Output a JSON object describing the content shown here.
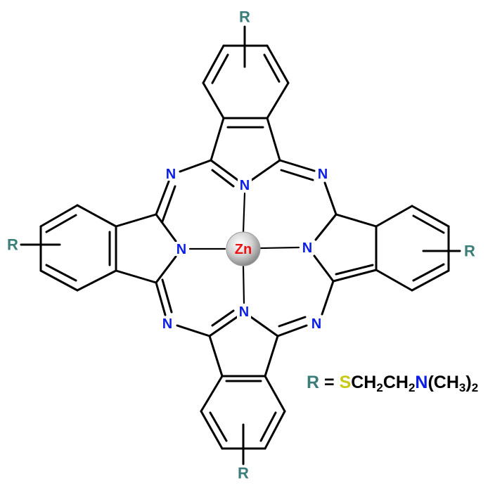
{
  "diagram": {
    "type": "chemical-structure",
    "description": "Zinc phthalocyanine substituted with four R groups",
    "center_metal": {
      "label": "Zn",
      "color": "#ee1111"
    },
    "coordinating_nitrogens": [
      "N",
      "N",
      "N",
      "N"
    ],
    "meso_nitrogens": [
      "N",
      "N",
      "N",
      "N"
    ],
    "substituents": {
      "top": "R",
      "left": "R",
      "right": "R",
      "bottom": "R"
    },
    "colors": {
      "nitrogen": "#0a1ee6",
      "r_group": "#3a7d79",
      "sulfur": "#c9c917",
      "zinc": "#ee1111",
      "bonds": "#000000"
    }
  },
  "legend": {
    "r": "R",
    "eq": " = ",
    "s": "S",
    "ch2a": "CH",
    "sub2a": "2",
    "ch2b": "CH",
    "sub2b": "2",
    "n": "N",
    "ch3open": "(CH",
    "sub3": "3",
    "close": ")",
    "sub2c": "2"
  }
}
